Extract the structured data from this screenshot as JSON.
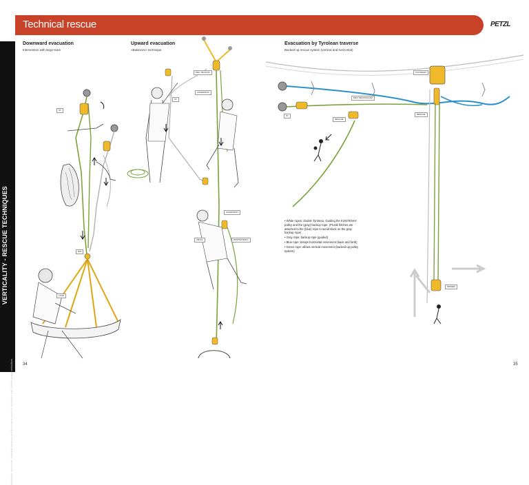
{
  "header": {
    "title": "Technical rescue",
    "brand": "PETZL"
  },
  "sidebar": {
    "title": "VERTICALITY - RESCUE TECHNIQUES",
    "note": "Illustrations not to scale. Individual harnesses and descenders shown for information only. Consult product instructions."
  },
  "sections": [
    {
      "title": "Downward evacuation",
      "subtitle": "Intervention with large team"
    },
    {
      "title": "Upward evacuation",
      "subtitle": "«Balancier» technique"
    },
    {
      "title": "Evacuation by Tyrolean traverse",
      "subtitle": "Backed up rescue system (vertical and horizontal)"
    }
  ],
  "tags": {
    "downward": [
      "I'D",
      "RIG",
      "LOAD"
    ],
    "upward": [
      "PRO TRAXION",
      "ASCENSION",
      "I'D",
      "ASCENSION",
      "CROLL",
      "PANTIN/CROLL"
    ],
    "tyrolean": [
      "KOOTENAY",
      "MINI TRAXION/CAM",
      "I'D",
      "RESCUE",
      "RESCUE",
      "MINDER"
    ]
  },
  "notes": [
    "• White ropes: double Tyrolean. Guiding the KOOTENAY pulley and the (gray) backup rope. (Prusik hitches are attached to the (blue) rope to avoid slack on the gray backup rope)",
    "• Gray rope: backup rope (guided)",
    "• Blue rope: belays horizontal movement (back and forth)",
    "• Green rope: allows vertical movement (backed-up pulley system)"
  ],
  "pages": {
    "left": "34",
    "right": "35"
  },
  "colors": {
    "header": "#c8422a",
    "green_rope": "#7aa23a",
    "blue_rope": "#2a8fc8",
    "yellow": "#f0b92a",
    "gray_rope": "#b0b0b0"
  }
}
